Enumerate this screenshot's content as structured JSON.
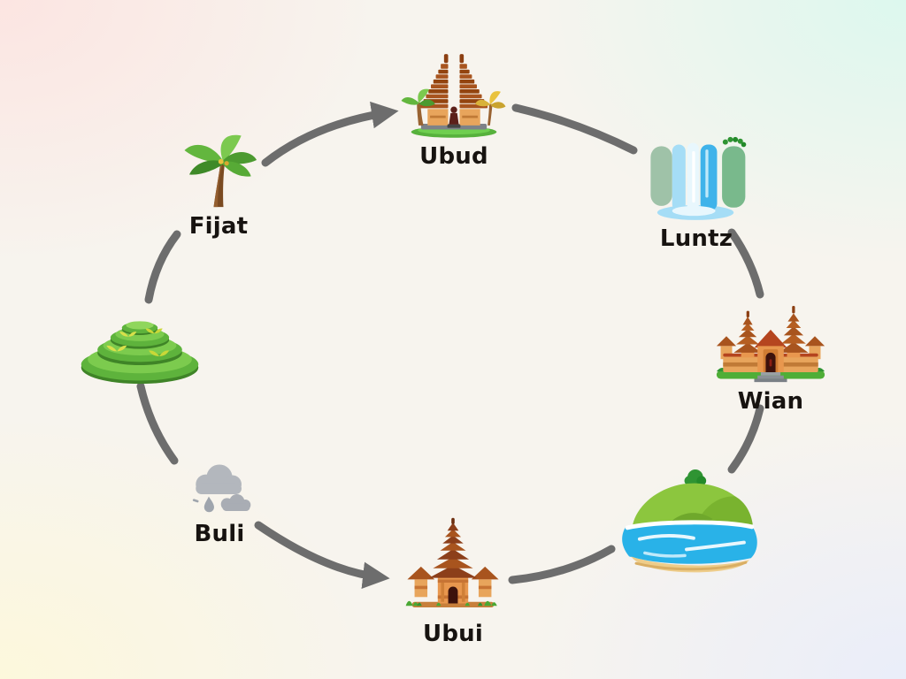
{
  "background": {
    "corner_colors": {
      "top_left": "#fce4e1",
      "top_right": "#dbf8ee",
      "bottom_left": "#fdf8db",
      "bottom_right": "#e9edfa"
    }
  },
  "diagram": {
    "type": "cycle-diagram",
    "theme": "bali-travel-illustrations",
    "connector_color": "#6d6d6d",
    "label_color": "#171310",
    "nodes": [
      {
        "id": "fijat",
        "label": "Fijat",
        "icon": "palm-tree-icon"
      },
      {
        "id": "ubud",
        "label": "Ubud",
        "icon": "split-gate-temple-icon"
      },
      {
        "id": "luntz",
        "label": "Luntz",
        "icon": "waterfall-icon"
      },
      {
        "id": "wian",
        "label": "Wian",
        "icon": "temple-complex-icon"
      },
      {
        "id": "beach",
        "label": "",
        "icon": "island-beach-icon"
      },
      {
        "id": "ubui",
        "label": "Ubui",
        "icon": "pagoda-temple-icon"
      },
      {
        "id": "buli",
        "label": "Buli",
        "icon": "rain-cloud-icon"
      },
      {
        "id": "terraces",
        "label": "",
        "icon": "rice-terraces-icon"
      }
    ],
    "connectors": [
      {
        "from": "fijat",
        "to": "ubud",
        "arrowhead": true
      },
      {
        "from": "ubud",
        "to": "luntz",
        "arrowhead": false
      },
      {
        "from": "luntz",
        "to": "wian",
        "arrowhead": false
      },
      {
        "from": "wian",
        "to": "beach",
        "arrowhead": false
      },
      {
        "from": "beach",
        "to": "ubui",
        "arrowhead": false
      },
      {
        "from": "buli",
        "to": "ubui",
        "arrowhead": true
      },
      {
        "from": "terraces",
        "to": "fijat",
        "arrowhead": false
      },
      {
        "from": "terraces",
        "to": "buli",
        "arrowhead": false
      }
    ]
  }
}
